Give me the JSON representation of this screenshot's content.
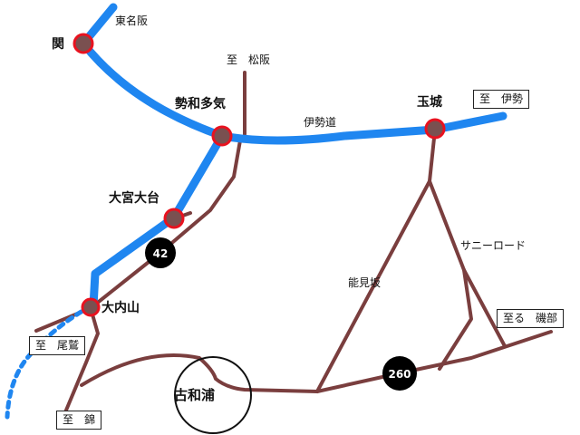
{
  "stations": {
    "seki": "関",
    "seiwataki": "勢和多気",
    "tamaki": "玉城",
    "omiyadai": "大宮大台",
    "ouchiyama": "大内山"
  },
  "road_labels": {
    "tomei_han": "東名阪",
    "ise_do": "伊勢道",
    "sunny_road": "サニーロード",
    "nomizaka": "能見坂"
  },
  "destinations": {
    "matsusaka": "至　松阪",
    "ise": "至　伊勢",
    "owase": "至　尾鷲",
    "nishiki": "至　錦",
    "isobe": "至る　磯部"
  },
  "place": "古和浦",
  "routes": {
    "r42": "42",
    "r260": "260"
  },
  "colors": {
    "expressway": "#1f86f0",
    "local_road": "#7a3e3e",
    "station_ring": "#e8121f",
    "station_fill": "#7a5050",
    "route_badge": "#000000"
  }
}
